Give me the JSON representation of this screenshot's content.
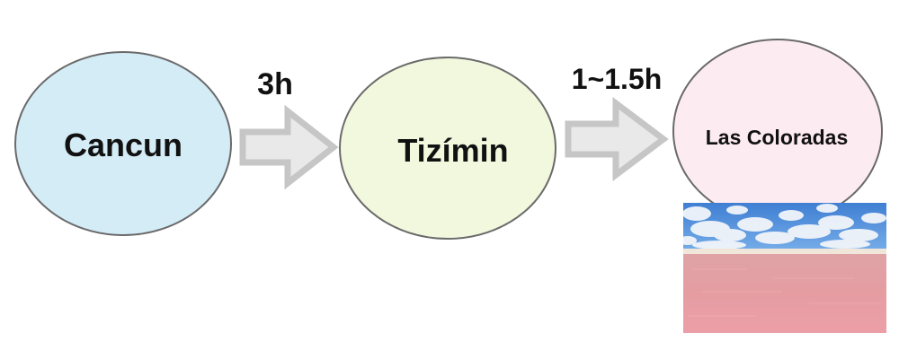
{
  "nodes": [
    {
      "id": "cancun",
      "label": "Cancun",
      "fill": "#d4ecf6"
    },
    {
      "id": "tizimin",
      "label": "Tizímin",
      "fill": "#f1f8dd"
    },
    {
      "id": "las_coloradas",
      "label": "Las Coloradas",
      "fill": "#fdebf2"
    }
  ],
  "edges": [
    {
      "from": "cancun",
      "to": "tizimin",
      "label": "3h"
    },
    {
      "from": "tizimin",
      "to": "las_coloradas",
      "label": "1~1.5h"
    }
  ],
  "photo": {
    "subject": "pink lagoon at Las Coloradas",
    "colors": {
      "sky": "#4a86d6",
      "clouds": "#f2f5fa",
      "shore": "#f1e6da",
      "water": "#e6a1a5"
    }
  },
  "colors": {
    "node_stroke": "#6a6a6a",
    "arrow_fill": "#e9e9e9",
    "arrow_stroke": "#c6c6c6"
  }
}
